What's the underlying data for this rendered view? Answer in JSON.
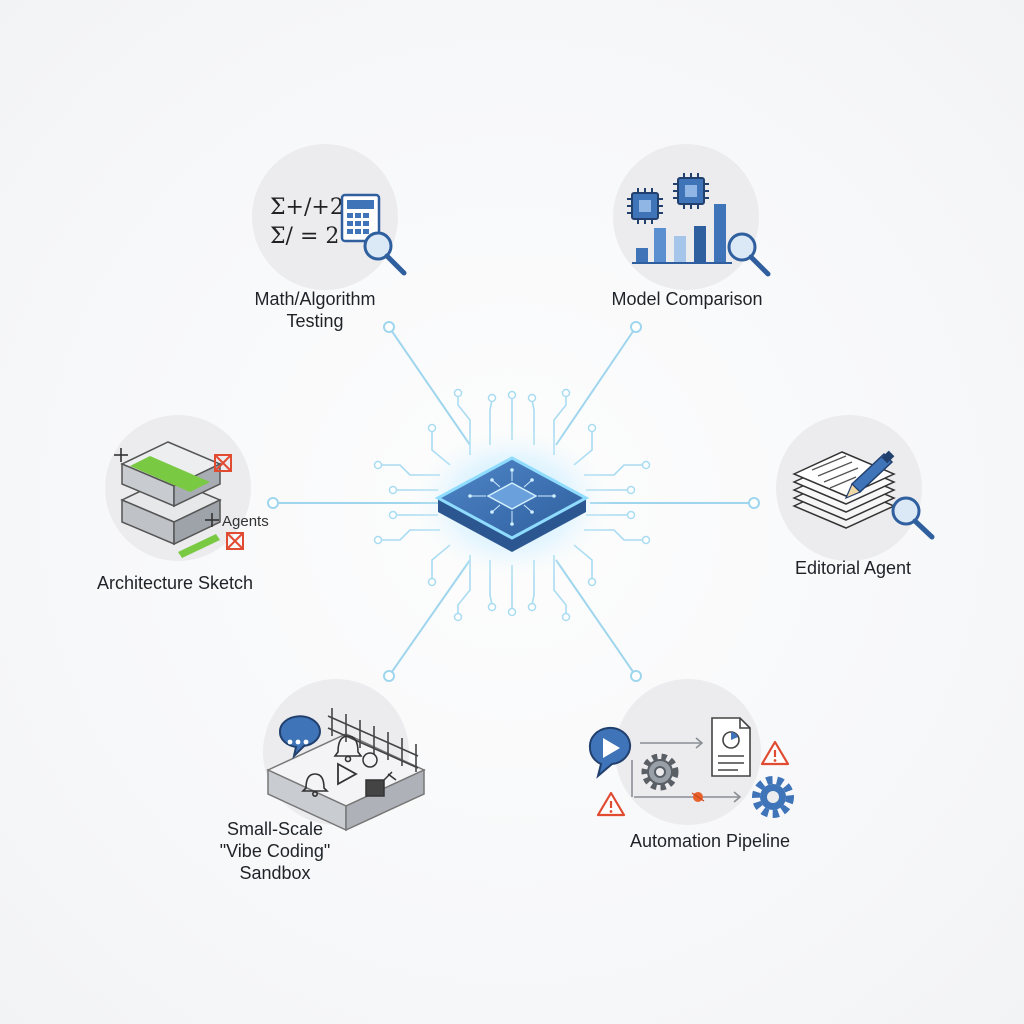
{
  "nodes": {
    "math": {
      "label_lines": [
        "Math/Algorithm",
        "Testing"
      ],
      "formula_lines": [
        "Σ+/+2",
        "Σ/ = 2"
      ],
      "icons": [
        "sigma-formula-icon",
        "calculator-icon",
        "magnifier-icon"
      ]
    },
    "model": {
      "label_lines": [
        "Model Comparison"
      ],
      "icons": [
        "chip-icon",
        "bar-chart-icon",
        "magnifier-icon"
      ]
    },
    "architecture": {
      "label_lines": [
        "Architecture Sketch"
      ],
      "inner_text": "Agents",
      "icons": [
        "stacked-layers-icon",
        "plus-icon",
        "error-box-icon"
      ]
    },
    "editorial": {
      "label_lines": [
        "Editorial Agent"
      ],
      "icons": [
        "document-stack-icon",
        "pen-icon",
        "magnifier-icon"
      ]
    },
    "sandbox": {
      "label_lines": [
        "Small-Scale",
        "\"Vibe Coding\"",
        "Sandbox"
      ],
      "icons": [
        "chat-bubble-icon",
        "bell-icon",
        "play-icon",
        "fence-icon",
        "robot-icon"
      ]
    },
    "automation": {
      "label_lines": [
        "Automation Pipeline"
      ],
      "icons": [
        "play-bubble-icon",
        "gear-icon",
        "report-document-icon",
        "warning-icon",
        "bug-icon"
      ]
    }
  },
  "colors": {
    "accent_blue": "#3f74b8",
    "line_blue": "#9fd6ee",
    "chip_glow": "#7fd0f5",
    "green": "#7ac943",
    "warning": "#e04b32",
    "circle_bg": "#ececee",
    "text": "#1f2328"
  },
  "center": {
    "icons": [
      "processor-chip-icon"
    ]
  }
}
